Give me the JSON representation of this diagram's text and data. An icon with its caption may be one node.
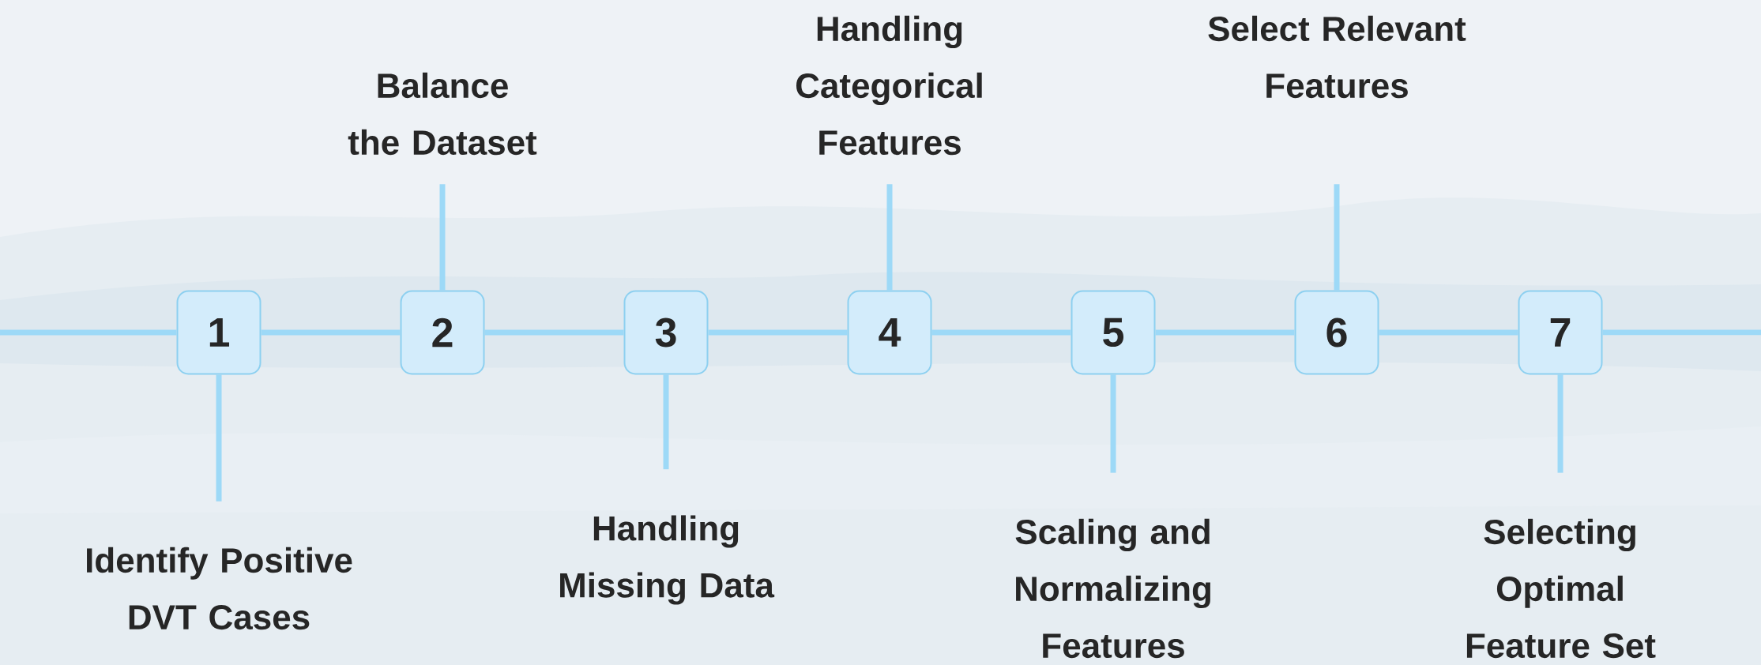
{
  "diagram": {
    "nodes": [
      {
        "text": [
          "1"
        ]
      },
      {
        "text": [
          "2"
        ]
      },
      {
        "text": [
          "3"
        ]
      },
      {
        "text": [
          "4"
        ]
      },
      {
        "text": [
          "5"
        ]
      },
      {
        "text": [
          "6"
        ]
      },
      {
        "text": [
          "7"
        ]
      },
      {
        "text": [
          "Identify Positive DVT Cases"
        ]
      },
      {
        "text": [
          "Balance the Dataset"
        ]
      },
      {
        "text": [
          "Handling Missing Data"
        ]
      },
      {
        "text": [
          "Handling Categorical Features"
        ]
      },
      {
        "text": [
          "Scaling and Normalizing Features"
        ]
      },
      {
        "text": [
          "Select Relevant Features"
        ]
      },
      {
        "text": [
          "Selecting Optimal Feature Set"
        ]
      }
    ],
    "edges": [
      {
        "from": null,
        "to": 0,
        "arrow": "none"
      },
      {
        "from": 0,
        "to": 1,
        "arrow": "none"
      },
      {
        "from": 1,
        "to": 2,
        "arrow": "none"
      },
      {
        "from": 2,
        "to": 3,
        "arrow": "none"
      },
      {
        "from": 3,
        "to": 4,
        "arrow": "none"
      },
      {
        "from": 4,
        "to": 5,
        "arrow": "none"
      },
      {
        "from": 5,
        "to": 6,
        "arrow": "none"
      },
      {
        "from": 6,
        "to": null,
        "arrow": "none"
      },
      {
        "from": 0,
        "to": 7,
        "arrow": "none"
      },
      {
        "from": 1,
        "to": 8,
        "arrow": "none"
      },
      {
        "from": 2,
        "to": 9,
        "arrow": "none"
      },
      {
        "from": 3,
        "to": 10,
        "arrow": "none"
      },
      {
        "from": 4,
        "to": 11,
        "arrow": "none"
      },
      {
        "from": 5,
        "to": 12,
        "arrow": "none"
      },
      {
        "from": 6,
        "to": 13,
        "arrow": "none"
      }
    ]
  }
}
